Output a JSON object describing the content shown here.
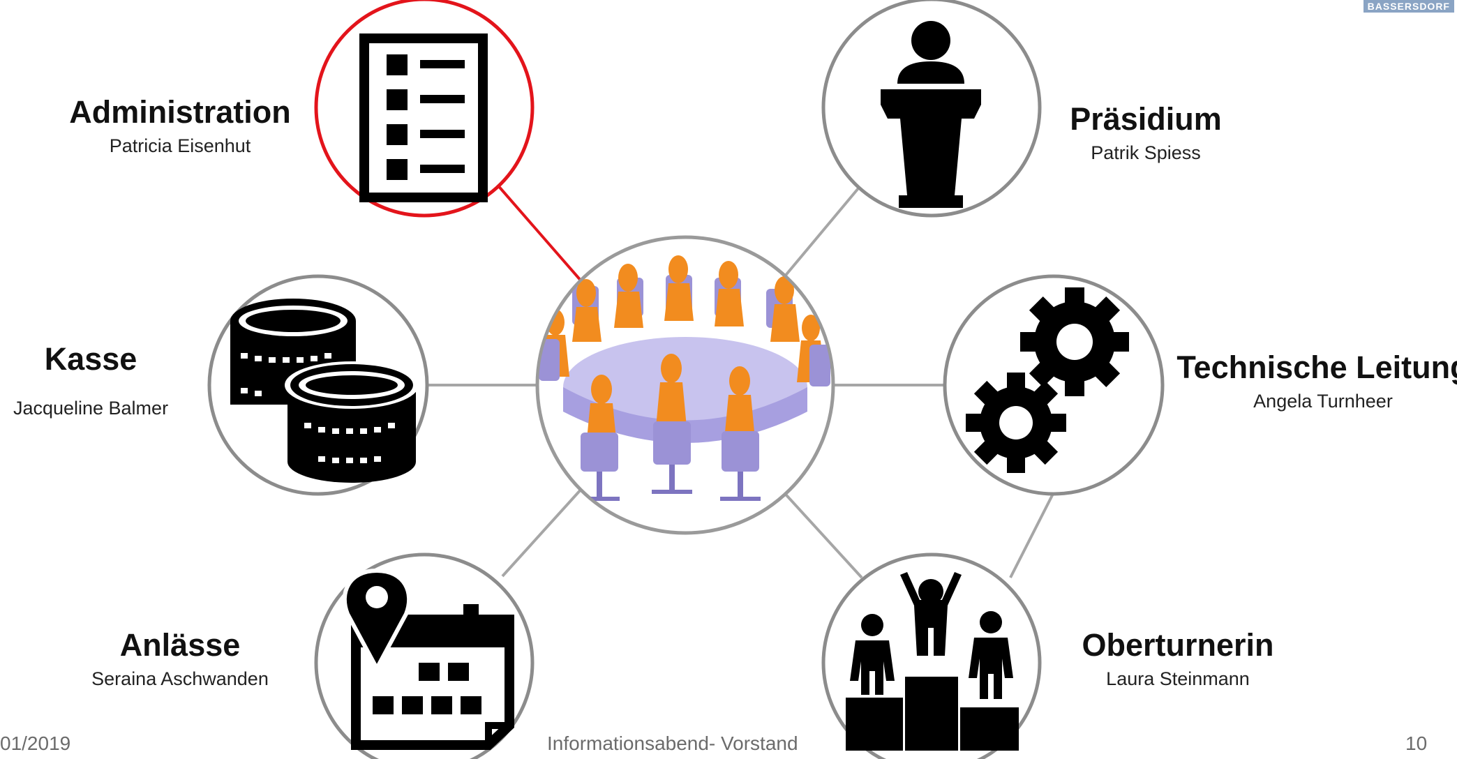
{
  "slide": {
    "brand": "BASSERSDORF",
    "footer_date": "01/2019",
    "footer_title": "Informationsabend- Vorstand",
    "page_number": "10"
  },
  "roles": [
    {
      "id": "administration",
      "title": "Administration",
      "person": "Patricia Eisenhut",
      "icon": "checklist-icon",
      "highlighted": true
    },
    {
      "id": "praesidium",
      "title": "Präsidium",
      "person": "Patrik Spiess",
      "icon": "podium-speaker-icon",
      "highlighted": false
    },
    {
      "id": "kasse",
      "title": "Kasse",
      "person": "Jacqueline Balmer",
      "icon": "coin-stacks-icon",
      "highlighted": false
    },
    {
      "id": "technische-leitung",
      "title": "Technische Leitung",
      "person": "Angela Turnheer",
      "icon": "gears-icon",
      "highlighted": false
    },
    {
      "id": "anlaesse",
      "title": "Anlässe",
      "person": "Seraina Aschwanden",
      "icon": "calendar-location-icon",
      "highlighted": false
    },
    {
      "id": "oberturnerin",
      "title": "Oberturnerin",
      "person": "Laura Steinmann",
      "icon": "winners-podium-icon",
      "highlighted": false
    }
  ],
  "center": {
    "icon": "meeting-table-icon"
  },
  "colors": {
    "highlight": "#e3141b",
    "circle_stroke": "#8c8c8c",
    "connector": "#a6a6a6",
    "icon": "#000000",
    "figure": "#f28c1f",
    "chair": "#9b92d6",
    "table": "#c8c3ee"
  }
}
